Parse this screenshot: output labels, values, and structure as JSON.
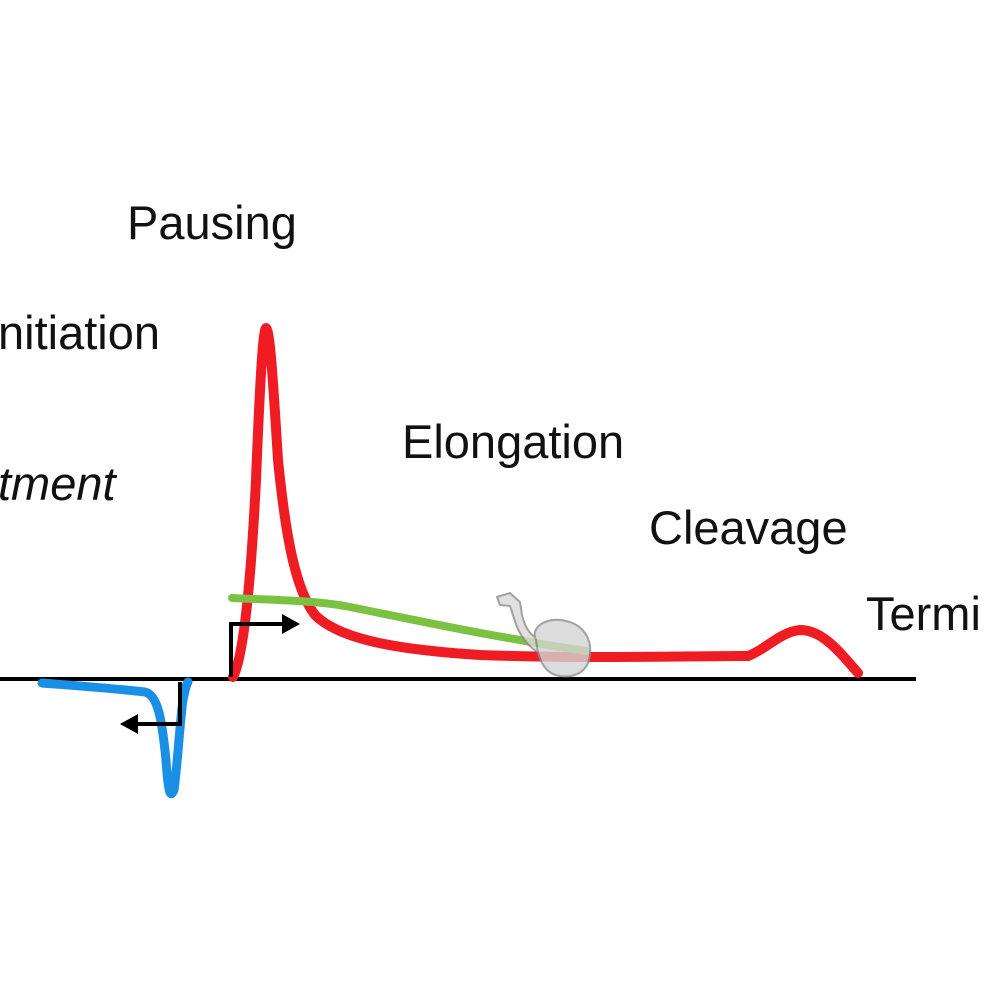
{
  "labels": {
    "pausing": "Pausing",
    "initiation": "nitiation",
    "recruitment": "tment",
    "elongation": "Elongation",
    "cleavage": "Cleavage",
    "termination": "Termi"
  },
  "colors": {
    "sense_signal": "#f01c24",
    "antisense_signal": "#1a8fe6",
    "green_signal": "#7cc242",
    "baseline": "#000000",
    "arrow": "#000000",
    "polymerase_fill": "#d4d4d4",
    "polymerase_outline": "#8a8a8a"
  },
  "icons": {
    "forward_tss_arrow": "tss-arrow-right-icon",
    "reverse_tss_arrow": "tss-arrow-left-icon",
    "polymerase": "rna-polymerase-icon"
  }
}
